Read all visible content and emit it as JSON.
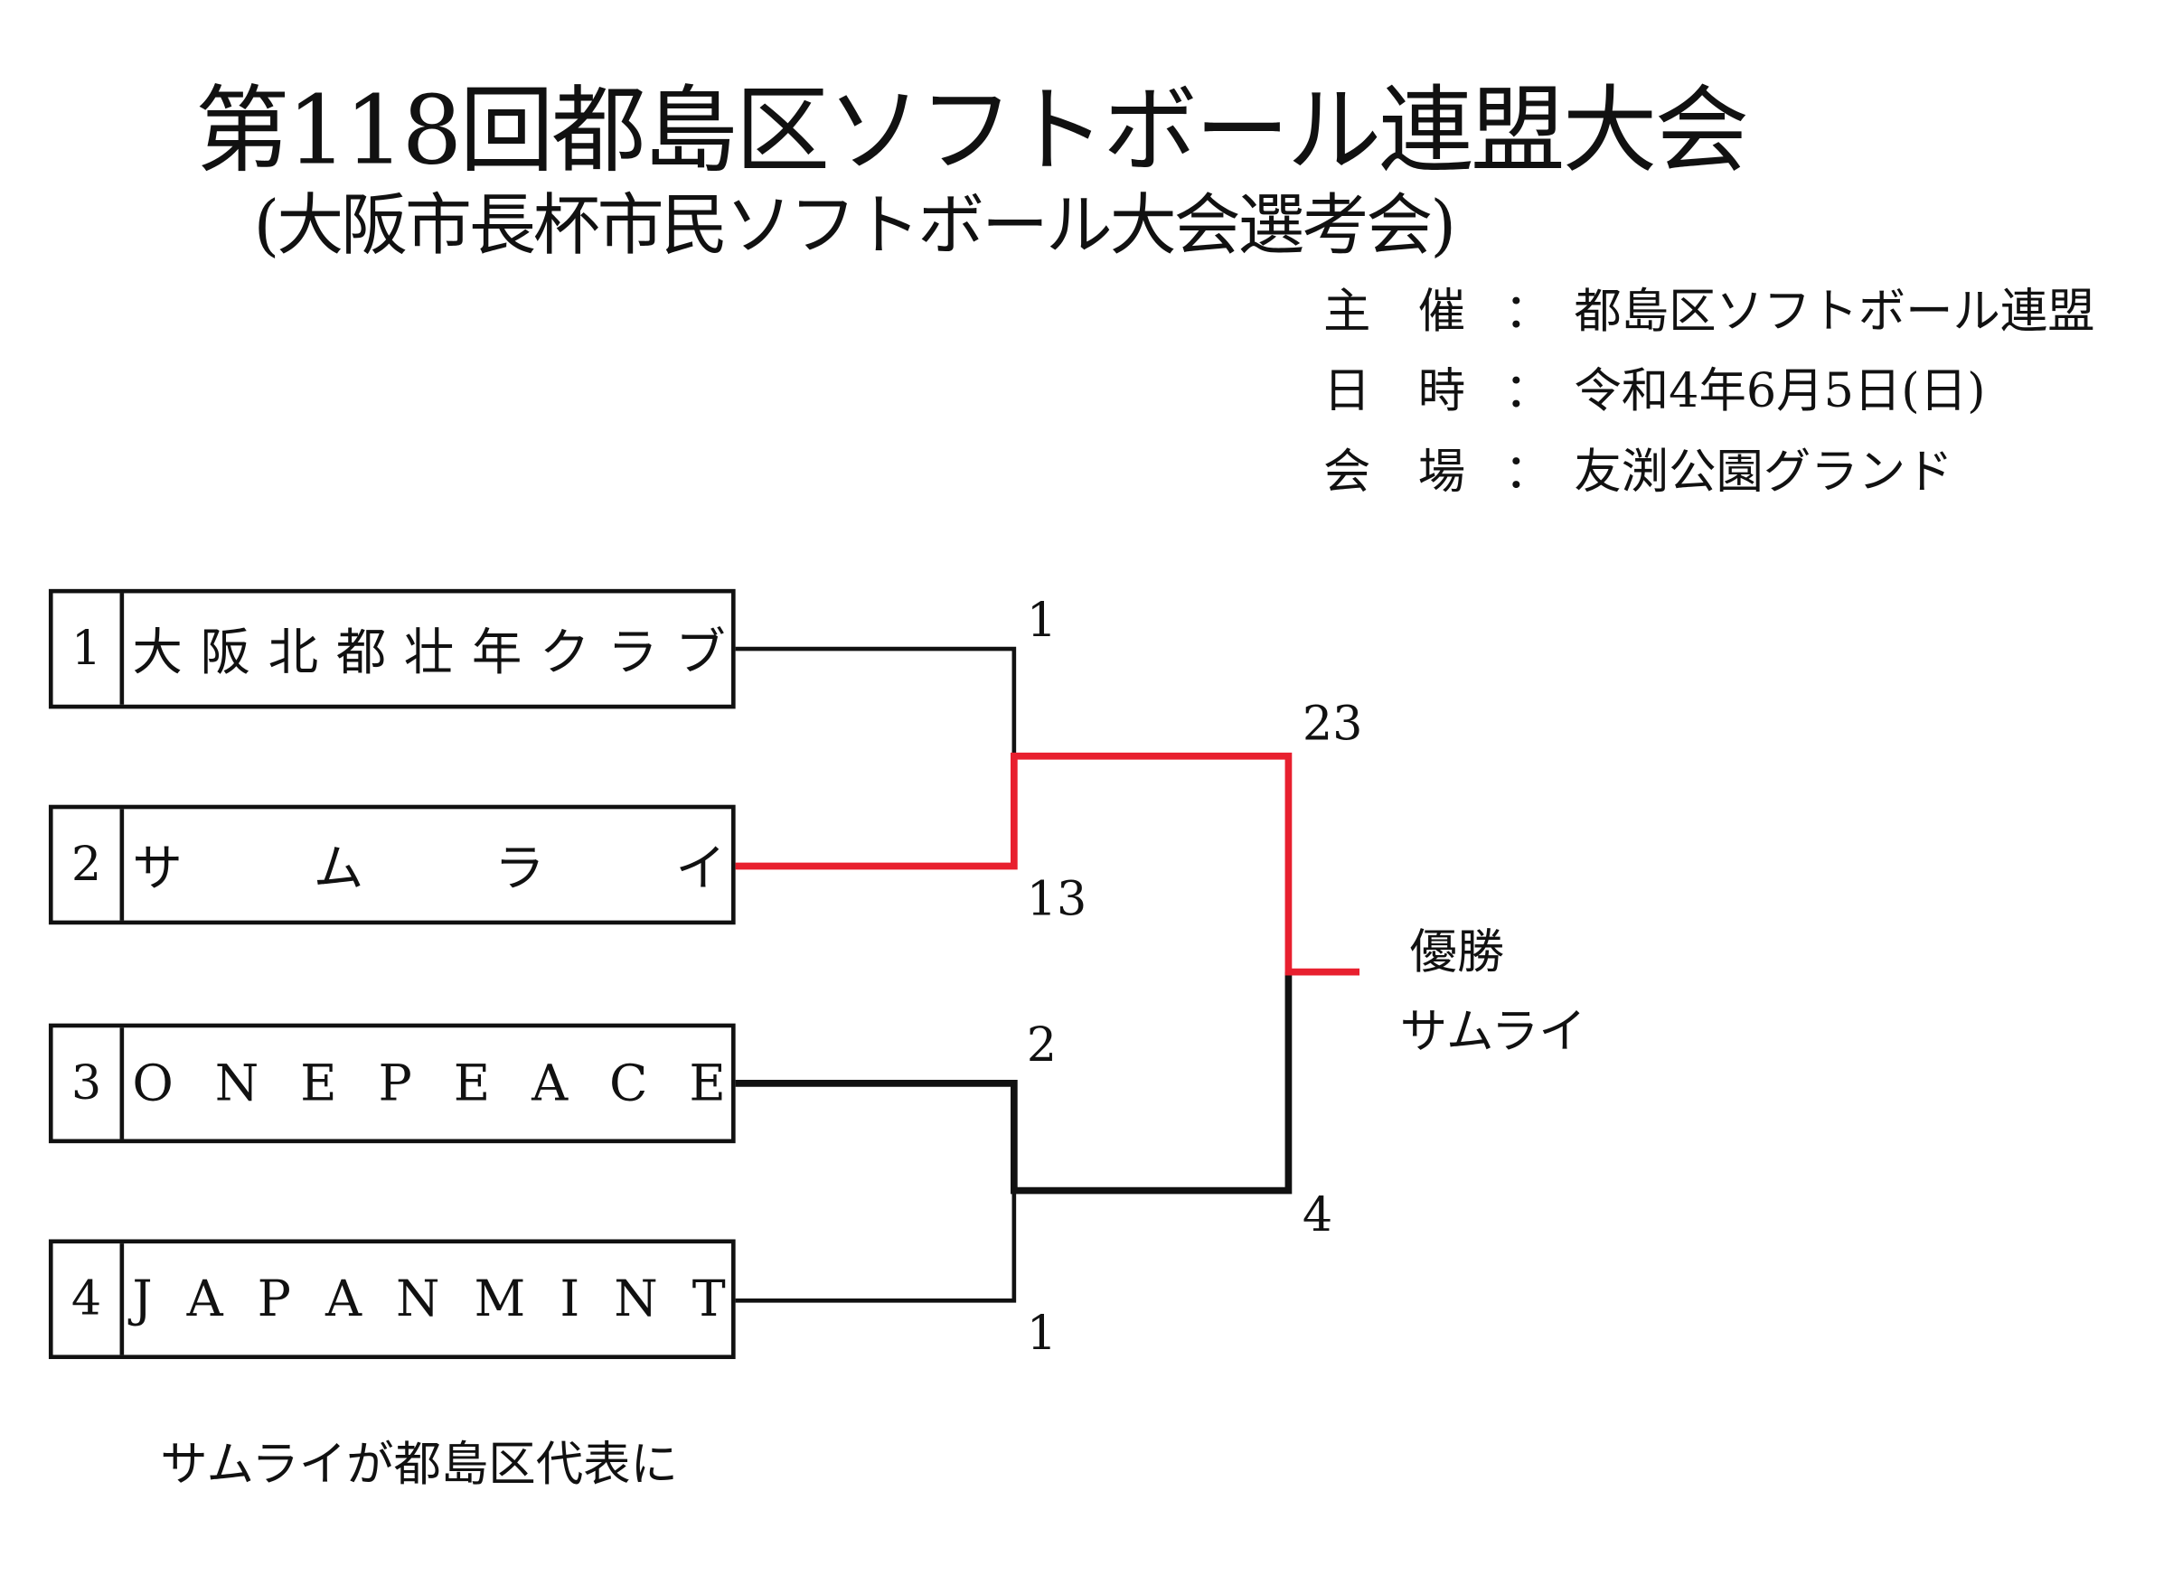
{
  "title": "第118回都島区ソフトボール連盟大会",
  "subtitle": "(大阪市長杯市民ソフトボール大会選考会)",
  "info": [
    {
      "label": "主　催",
      "colon": "：",
      "value": "都島区ソフトボール連盟"
    },
    {
      "label": "日　時",
      "colon": "：",
      "value": "令和4年6月5日(日)"
    },
    {
      "label": "会　場",
      "colon": "：",
      "value": "友渕公園グランド"
    }
  ],
  "teams": [
    {
      "seed": "1",
      "chars": [
        "大",
        "阪",
        "北",
        "都",
        "壮",
        "年",
        "ク",
        "ラ",
        "ブ"
      ]
    },
    {
      "seed": "2",
      "chars": [
        "サ",
        "ム",
        "ラ",
        "イ"
      ]
    },
    {
      "seed": "3",
      "chars": [
        "O",
        "N",
        "E",
        "P",
        "E",
        "A",
        "C",
        "E"
      ]
    },
    {
      "seed": "4",
      "chars": [
        "J",
        "A",
        "P",
        "A",
        "N",
        "M",
        "I",
        "N",
        "T"
      ]
    }
  ],
  "scores": {
    "team1": "1",
    "team2": "13",
    "team3": "2",
    "team4": "1",
    "final_top": "23",
    "final_bottom": "4"
  },
  "champion": {
    "label": "優勝",
    "name": "サムライ"
  },
  "footer": "サムライが都島区代表に",
  "colors": {
    "winner_line": "#e8202f",
    "line": "#111111"
  }
}
